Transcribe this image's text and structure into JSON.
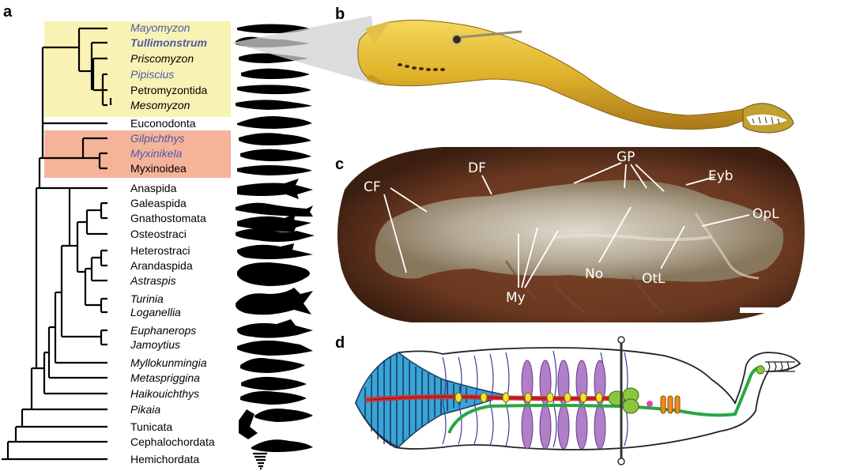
{
  "panels": {
    "a": "a",
    "b": "b",
    "c": "c",
    "d": "d"
  },
  "taxa": [
    {
      "name": "Mayomyzon",
      "style": "italic-blue"
    },
    {
      "name": "Tullimonstrum",
      "style": "bold-italic-blue"
    },
    {
      "name": "Priscomyzon",
      "style": "italic"
    },
    {
      "name": "Pipiscius",
      "style": "italic-blue"
    },
    {
      "name": "Petromyzontida",
      "style": "normal"
    },
    {
      "name": "Mesomyzon",
      "style": "italic"
    },
    {
      "name": "Euconodonta",
      "style": "normal"
    },
    {
      "name": "Gilpichthys",
      "style": "italic-blue"
    },
    {
      "name": "Myxinikela",
      "style": "italic-blue"
    },
    {
      "name": "Myxinoidea",
      "style": "normal"
    },
    {
      "name": "Anaspida",
      "style": "normal"
    },
    {
      "name": "Galeaspida",
      "style": "normal"
    },
    {
      "name": "Gnathostomata",
      "style": "normal"
    },
    {
      "name": "Osteostraci",
      "style": "normal"
    },
    {
      "name": "Heterostraci",
      "style": "normal"
    },
    {
      "name": "Arandaspida",
      "style": "normal"
    },
    {
      "name": "Astraspis",
      "style": "italic"
    },
    {
      "name": "Turinia",
      "style": "italic"
    },
    {
      "name": "Loganellia",
      "style": "italic"
    },
    {
      "name": "Euphanerops",
      "style": "italic"
    },
    {
      "name": "Jamoytius",
      "style": "italic"
    },
    {
      "name": "Myllokunmingia",
      "style": "italic"
    },
    {
      "name": "Metaspriggina",
      "style": "italic"
    },
    {
      "name": "Haikouichthys",
      "style": "italic"
    },
    {
      "name": "Pikaia",
      "style": "italic"
    },
    {
      "name": "Tunicata",
      "style": "normal"
    },
    {
      "name": "Cephalochordata",
      "style": "normal"
    },
    {
      "name": "Hemichordata",
      "style": "normal"
    }
  ],
  "fossil_labels": {
    "CF": "CF",
    "DF": "DF",
    "GP": "GP",
    "Eyb": "Eyb",
    "OpL": "OpL",
    "My": "My",
    "No": "No",
    "OtL": "OtL"
  },
  "colors": {
    "lamprey_clade": "#f8f3b4",
    "hagfish_clade": "#f5b49a",
    "blue_taxa": "#4a5aa8",
    "fossil_matrix": "#6b3a20",
    "fossil_body": "#c9c3b2",
    "reconstruction_body": "#e8b832",
    "diagram_tail": "#3aa3d8",
    "diagram_myomeres": "#b07fc8",
    "diagram_notochord": "#d32f2f",
    "diagram_gut": "#26a843",
    "diagram_nodes": "#f2e62a",
    "diagram_brain": "#8cc63e",
    "diagram_otic": "#f08a1e"
  }
}
